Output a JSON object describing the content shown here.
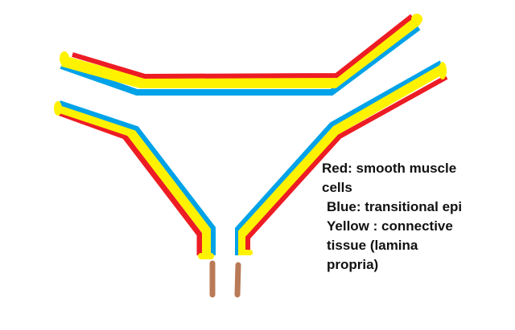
{
  "colors": {
    "red": "#ed1c24",
    "yellow": "#fff200",
    "blue": "#00a2e8",
    "brown": "#b97a57",
    "background": "#ffffff",
    "text": "#111111"
  },
  "legend": {
    "red_line1": "Red: smooth muscle",
    "red_line2": "cells",
    "blue_line": "Blue: transitional epi",
    "yellow_line1": "Yellow : connective",
    "yellow_line2": "tissue (lamina",
    "yellow_line3": "propria)"
  },
  "structures": [
    {
      "name": "bladder-top-wall",
      "layers": [
        "red",
        "yellow",
        "blue"
      ]
    },
    {
      "name": "left-ureter-wall",
      "layers": [
        "blue",
        "yellow",
        "red"
      ]
    },
    {
      "name": "right-ureter-wall",
      "layers": [
        "blue",
        "yellow",
        "red"
      ]
    },
    {
      "name": "urethra-tubes",
      "color": "brown"
    }
  ]
}
